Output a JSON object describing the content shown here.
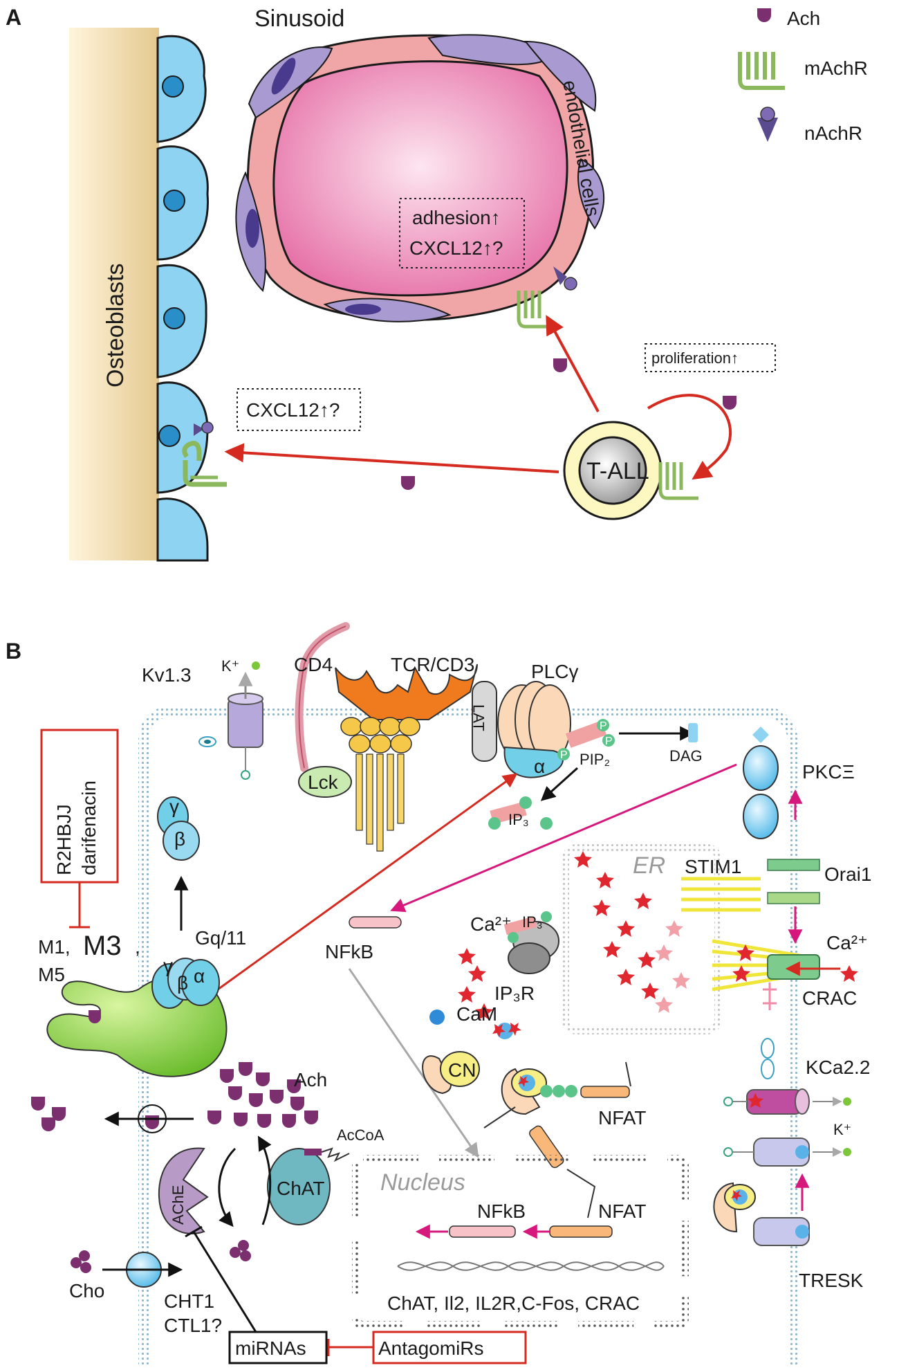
{
  "panel_a": {
    "letter": "A",
    "sinusoid": "Sinusoid",
    "endothelial": "endothelial cells",
    "osteoblasts": "Osteoblasts",
    "adhesion": "adhesion↑",
    "cxcl12_sinus": "CXCL12↑?",
    "cxcl12_osteo": "CXCL12↑?",
    "proliferation": "proliferation↑",
    "tall": "T-ALL",
    "legend": {
      "ach": "Ach",
      "machr": "mAchR",
      "nachr": "nAchR"
    }
  },
  "panel_b": {
    "letter": "B",
    "kv13": "Kv1.3",
    "k_plus_top": "K⁺",
    "cd4": "CD4",
    "tcr": "TCR/CD3",
    "lat": "LAT",
    "plcg": "PLCγ",
    "alpha": "α",
    "pip2": "PIP₂",
    "dag": "DAG",
    "ip3": "IP₃",
    "lck": "Lck",
    "pkc": "PKCΞ",
    "orai1": "Orai1",
    "stim1": "STIM1",
    "er": "ER",
    "ca_left": "Ca²⁺",
    "ip3_er": "IP₃",
    "ip3r": "IP₃R",
    "ca_right": "Ca²⁺",
    "crac": "CRAC",
    "nfkb": "NFkB",
    "cam": "CaM",
    "cn": "CN",
    "nfat": "NFAT",
    "kca": "KCa2.2",
    "k_plus_right": "K⁺",
    "tresk": "TRESK",
    "drug_line1": "R2HBJJ",
    "drug_line2": "darifenacin",
    "m1": "M1,",
    "m3": "M3",
    "m5": "M5",
    "gq": "Gq/11",
    "gamma": "γ",
    "beta": "β",
    "ach": "Ach",
    "acoa": "AcCoA",
    "chat": "ChAT",
    "ache": "AChE",
    "cho": "Cho",
    "cht1": "CHT1",
    "ctl1": "CTL1?",
    "mirnas": "miRNAs",
    "antagomirs": "AntagomiRs",
    "nucleus": "Nucleus",
    "nfkb_nuc": "NFkB",
    "nfat_nuc": "NFAT",
    "genes": "ChAT, Il2, IL2R,C-Fos, CRAC",
    "p": "P"
  },
  "colors": {
    "red_arrow": "#d42a1f",
    "magenta_arrow": "#d6187c",
    "ach": "#7b2f6f",
    "receptor_green": "#8bb85c",
    "cyan_cell": "#5ec4ec",
    "membrane": "#9ec9e0"
  }
}
